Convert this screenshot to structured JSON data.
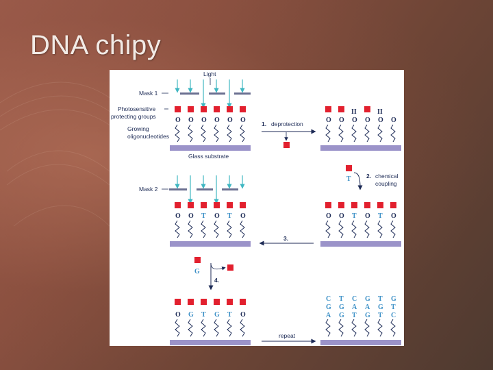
{
  "slide": {
    "title": "DNA chipy"
  },
  "figure": {
    "labels": {
      "light": "Light",
      "mask1": "Mask 1",
      "mask2": "Mask 2",
      "photosensitive1": "Photosensitive",
      "photosensitive2": "protecting groups",
      "growing1": "Growing",
      "growing2": "oligonucleotides",
      "glass": "Glass substrate",
      "step1_num": "1.",
      "step1_text": "deprotection",
      "step2_num": "2.",
      "step2_text1": "chemical",
      "step2_text2": "coupling",
      "step3_num": "3.",
      "step4_num": "4.",
      "repeat": "repeat"
    },
    "base_t": "T",
    "base_g": "G",
    "base_o": "O",
    "base_h": "II",
    "final_columns": [
      [
        "C",
        "G",
        "A"
      ],
      [
        "T",
        "G",
        "G"
      ],
      [
        "C",
        "A",
        "T"
      ],
      [
        "G",
        "A",
        "G"
      ],
      [
        "T",
        "G",
        "T"
      ],
      [
        "G",
        "T",
        "C"
      ]
    ],
    "colors": {
      "protecting_group": "#e2202e",
      "substrate": "#9b93c9",
      "arrow_light": "#3fb7c2",
      "text": "#1c2a55",
      "new_base": "#3a8fc6"
    }
  }
}
